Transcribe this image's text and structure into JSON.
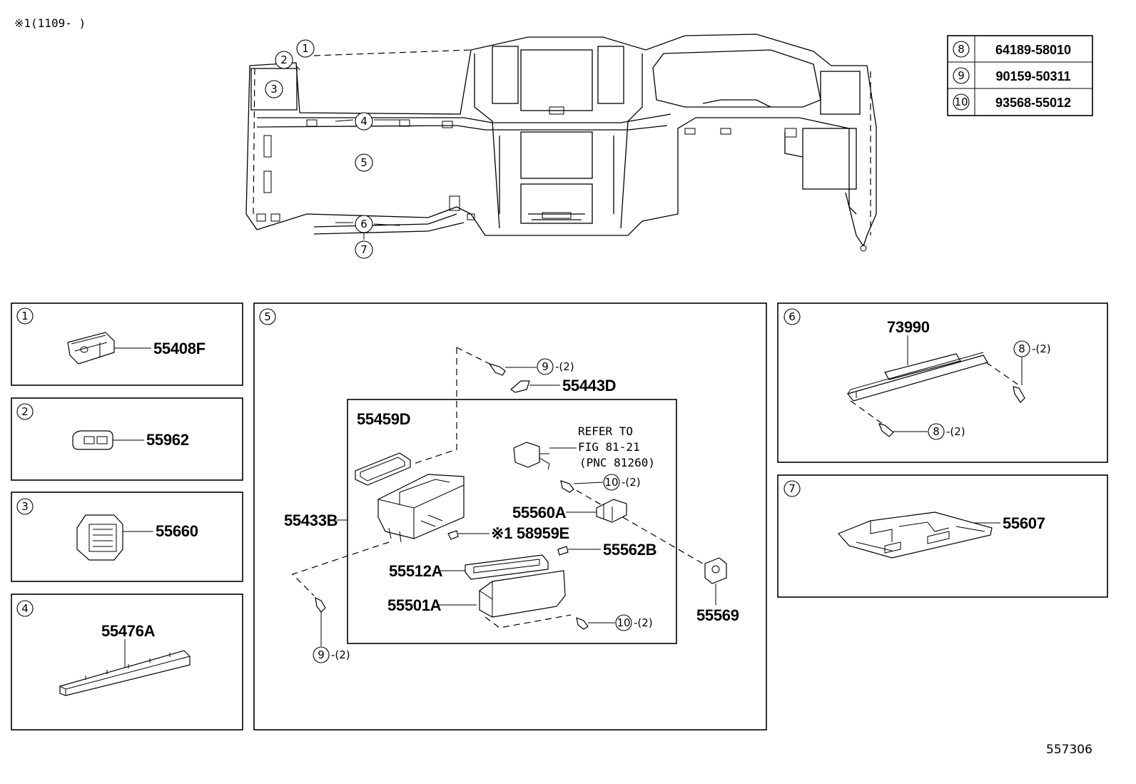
{
  "header_note": "※1(1109-     )",
  "figure_id": "557306",
  "overview_callouts": [
    "1",
    "2",
    "3",
    "4",
    "5",
    "6",
    "7"
  ],
  "fastener_table": [
    {
      "ref": "8",
      "part_no": "64189-58010"
    },
    {
      "ref": "9",
      "part_no": "90159-50311"
    },
    {
      "ref": "10",
      "part_no": "93568-55012"
    }
  ],
  "panels": {
    "p1": {
      "ref": "1",
      "part_no": "55408F"
    },
    "p2": {
      "ref": "2",
      "part_no": "55962"
    },
    "p3": {
      "ref": "3",
      "part_no": "55660"
    },
    "p4": {
      "ref": "4",
      "part_no": "55476A"
    },
    "p5": {
      "ref": "5",
      "parts": {
        "screw_top_ref": "9",
        "screw_top_qty": "-(2)",
        "p55443D": "55443D",
        "p55459D": "55459D",
        "p55433B": "55433B",
        "p58959E": "※1 58959E",
        "p55562B": "55562B",
        "p55512A": "55512A",
        "p55501A": "55501A",
        "p55560A": "55560A",
        "p55569": "55569",
        "screw_mid_ref": "10",
        "screw_mid_qty": "-(2)",
        "screw_bot_ref": "10",
        "screw_bot_qty": "-(2)",
        "screw_left_ref": "9",
        "screw_left_qty": "-(2)",
        "refer_line1": "REFER TO",
        "refer_line2": "FIG 81-21",
        "refer_line3": "(PNC 81260)"
      }
    },
    "p6": {
      "ref": "6",
      "part_no": "73990",
      "bolt_a_ref": "8",
      "bolt_a_qty": "-(2)",
      "bolt_b_ref": "8",
      "bolt_b_qty": "-(2)"
    },
    "p7": {
      "ref": "7",
      "part_no": "55607"
    }
  }
}
